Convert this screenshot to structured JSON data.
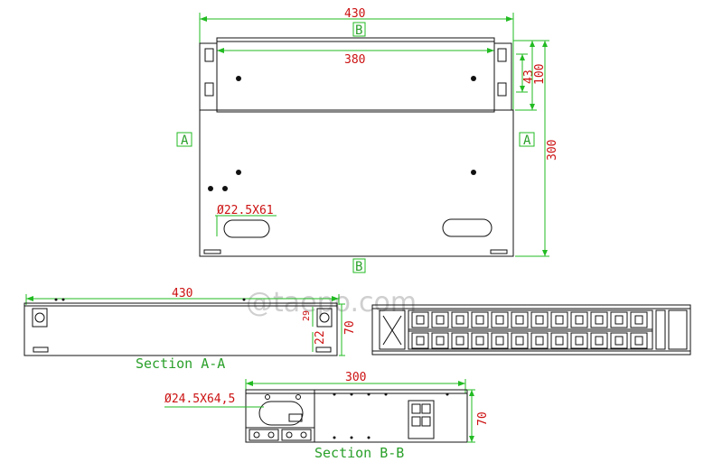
{
  "watermark": "@taepo.com",
  "top_view": {
    "width_overall": "430",
    "width_inner": "380",
    "depth": "300",
    "bracket_height": "100",
    "hole_pitch": "43",
    "slot_label": "Ø22.5X61",
    "section_mark_a": "A",
    "section_mark_b": "B"
  },
  "section_a": {
    "width": "430",
    "height": "70",
    "dim_small_1": "29",
    "dim_small_2": "22",
    "title": "Section A-A"
  },
  "section_b": {
    "depth": "300",
    "height": "70",
    "slot_label": "Ø24.5X64,5",
    "title": "Section B-B"
  }
}
